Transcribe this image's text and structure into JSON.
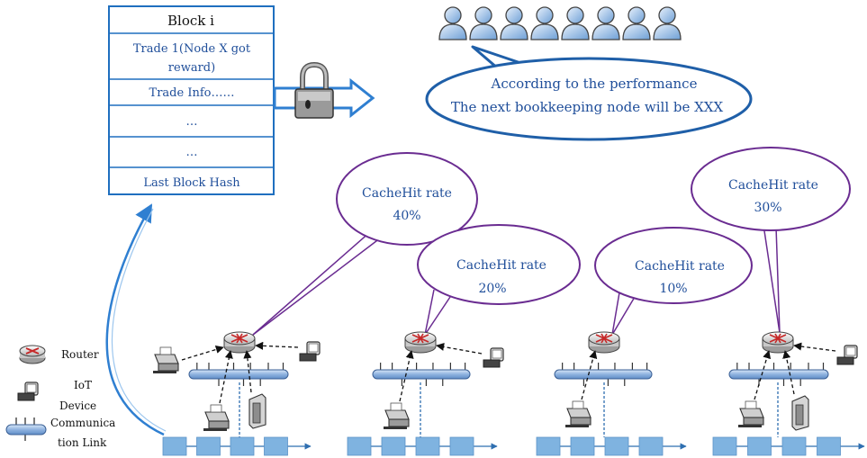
{
  "block": {
    "title": "Block i",
    "rows": [
      "Trade 1(Node X got",
      "reward)",
      "Trade Info……",
      "…",
      "…",
      "Last Block Hash"
    ]
  },
  "performance": {
    "line1": "According to the performance",
    "line2": "The next bookkeeping node will be XXX"
  },
  "bubbles": [
    {
      "label": "CacheHit rate",
      "value": "40%"
    },
    {
      "label": "CacheHit rate",
      "value": "20%"
    },
    {
      "label": "CacheHit rate",
      "value": "10%"
    },
    {
      "label": "CacheHit rate",
      "value": "30%"
    }
  ],
  "legend": {
    "router": "Router",
    "iot_line1": "IoT",
    "iot_line2": "Device",
    "link_line1": "Communica",
    "link_line2": "tion Link"
  },
  "colors": {
    "block_border": "#1f6fbf",
    "text_blue": "#1f4e9a",
    "bubble_purple": "#6a2c91",
    "perf_ellipse": "#1f5fa8",
    "chain_block": "#7fb3e0",
    "bus": "#a9c4e8",
    "arrow_blue": "#2f7fd1"
  },
  "icons": [
    "person-icon",
    "padlock-icon",
    "router-icon",
    "computer-icon",
    "printer-icon",
    "server-icon"
  ]
}
